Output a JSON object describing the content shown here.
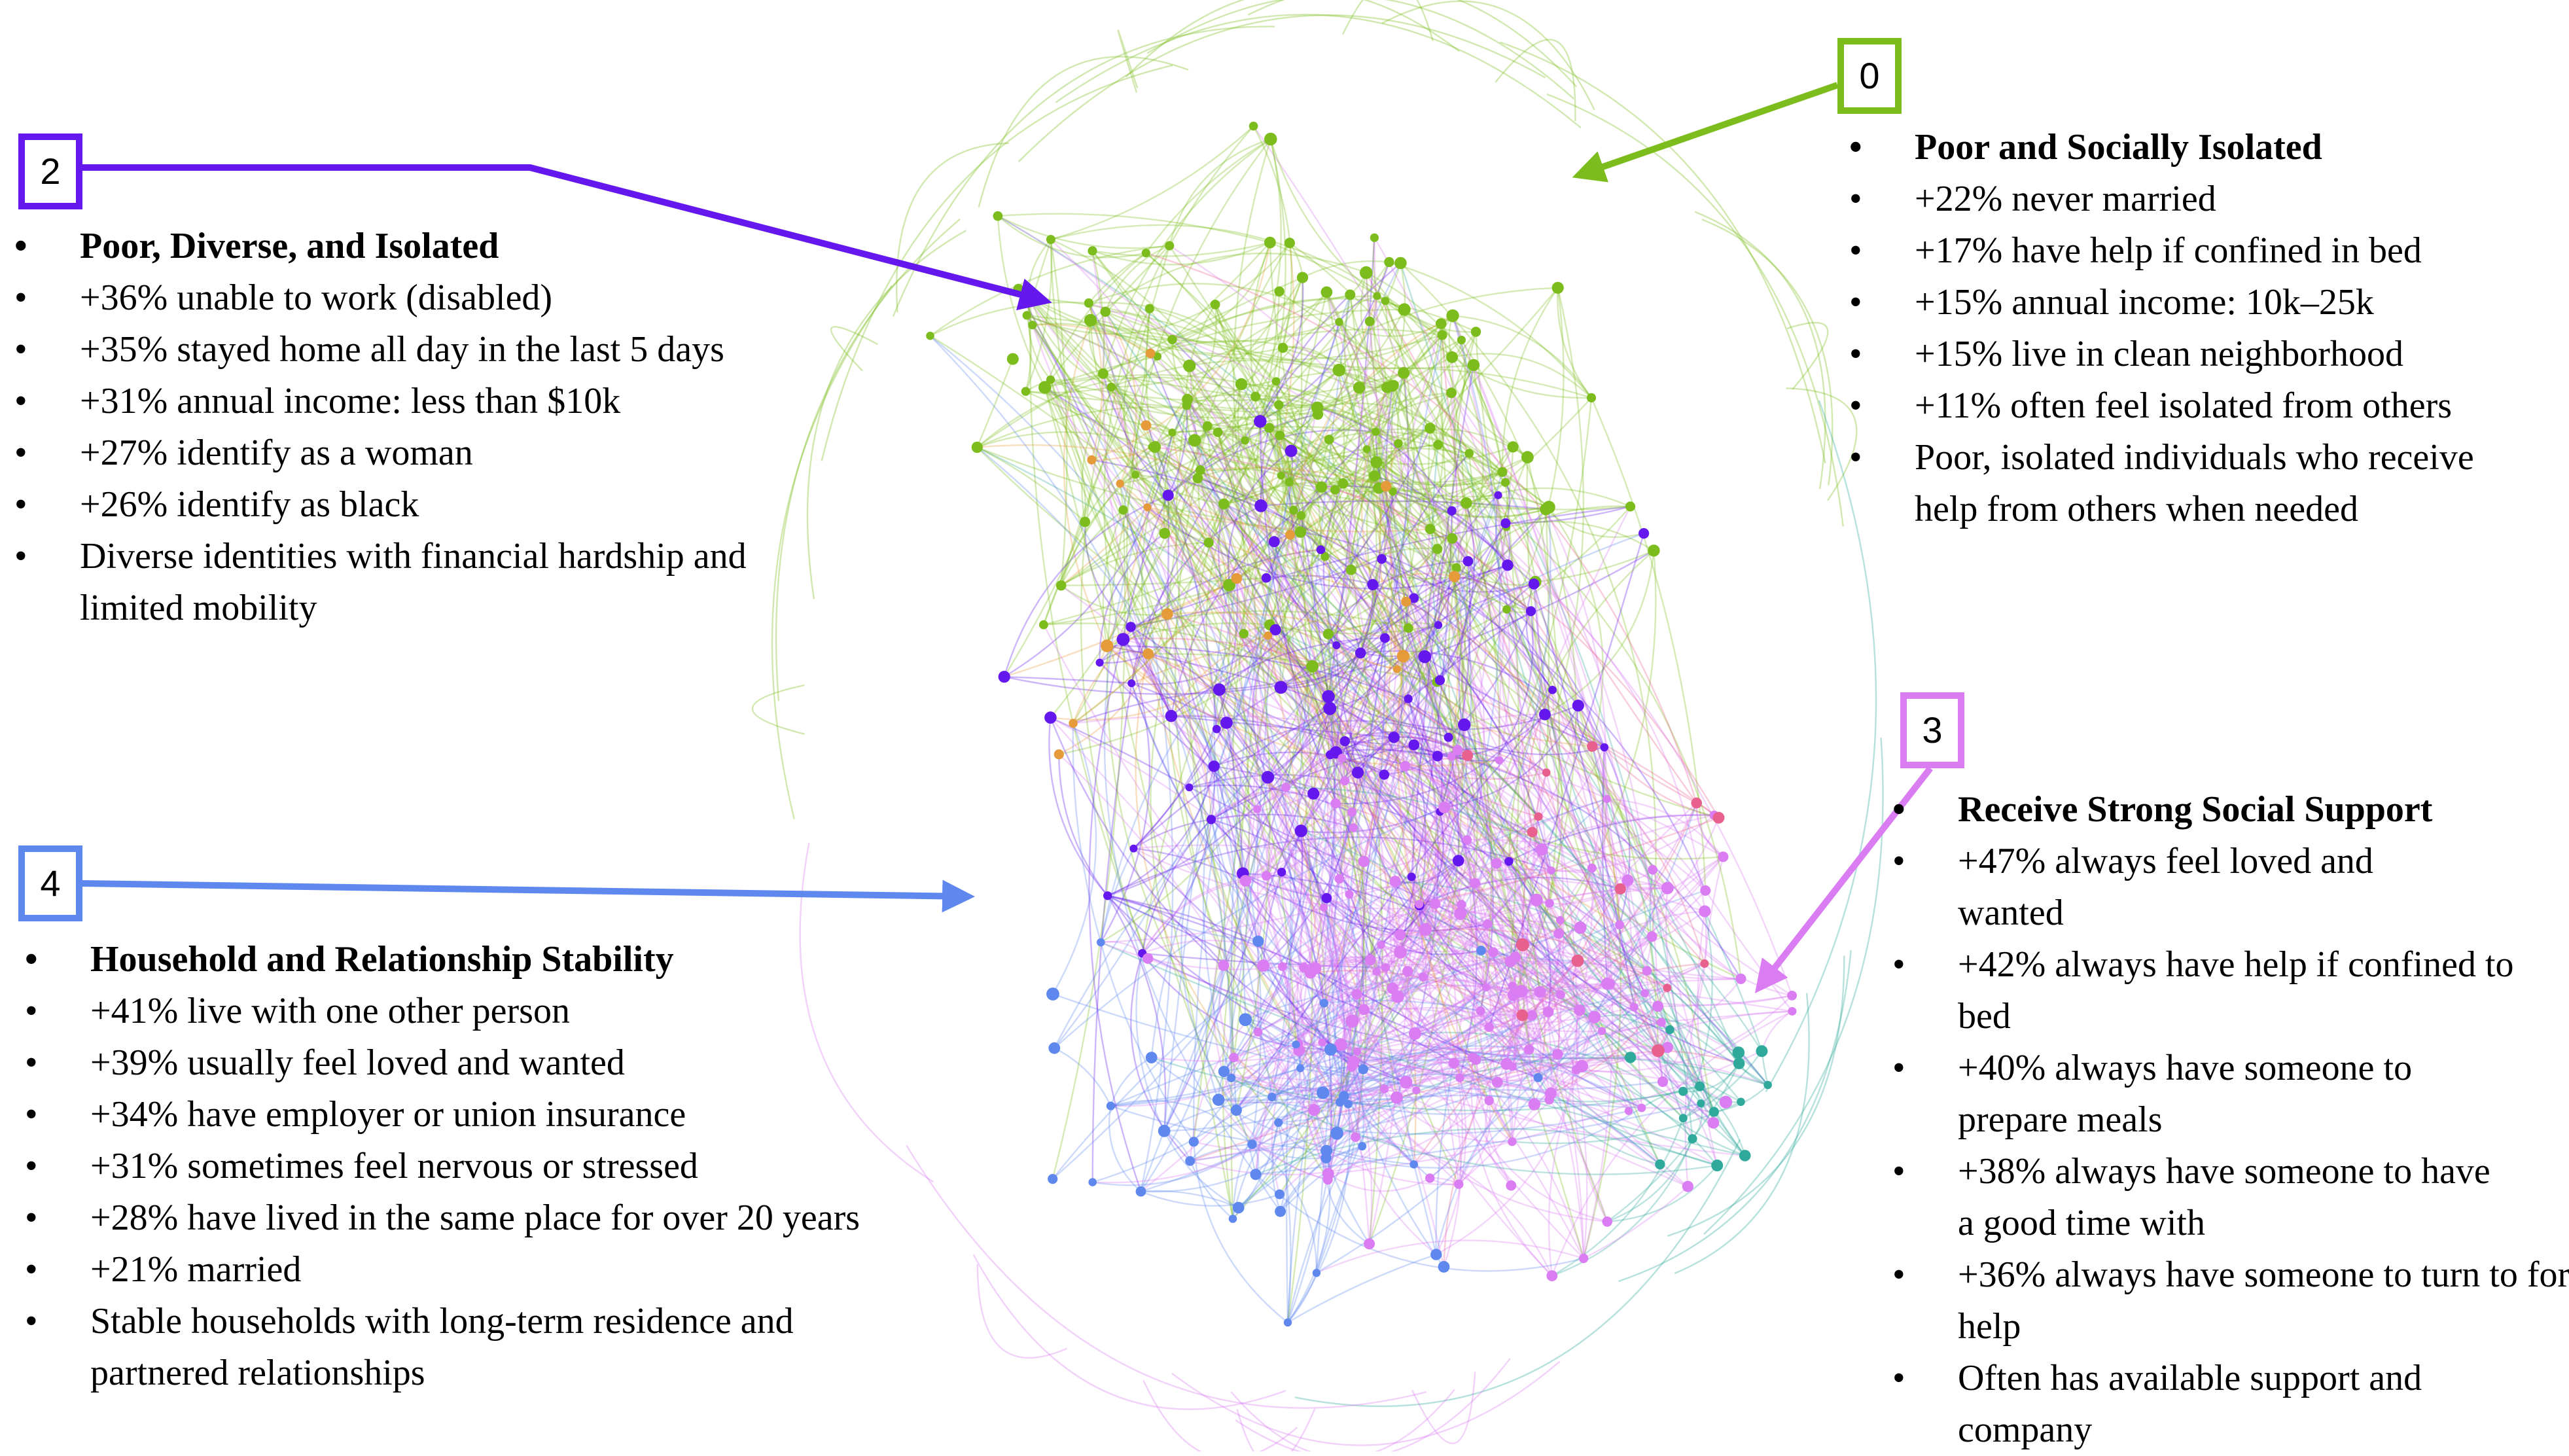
{
  "colors": {
    "cluster_0": "#7cbd1d",
    "cluster_2": "#6418ee",
    "cluster_3": "#da7cf2",
    "cluster_4": "#5f88ee",
    "edge_orange": "#e69b3a",
    "edge_teal": "#2fa99b",
    "edge_pink": "#e8608e"
  },
  "clusters": [
    {
      "id": "0",
      "title": "Poor and Socially Isolated",
      "items": [
        "+22% never married",
        "+17% have help if confined in bed",
        "+15% annual income: 10k–25k",
        "+15% live in clean neighborhood",
        "+11% often feel isolated from others",
        "Poor, isolated individuals who receive help from others when needed"
      ]
    },
    {
      "id": "2",
      "title": "Poor, Diverse, and Isolated",
      "items": [
        "+36% unable to work (disabled)",
        "+35% stayed home all day in the last 5 days",
        "+31% annual income: less than $10k",
        "+27% identify as a woman",
        "+26% identify as black",
        "Diverse identities with financial hardship and limited mobility"
      ]
    },
    {
      "id": "3",
      "title": "Receive Strong Social Support",
      "items": [
        "+47% always feel loved and wanted",
        "+42% always have help if confined to bed",
        "+40% always have someone to prepare meals",
        "+38% always have someone to have a good time with",
        "+36% always have someone to turn to for help",
        "Often has available support and company"
      ]
    },
    {
      "id": "4",
      "title": "Household and Relationship Stability",
      "items": [
        "+41% live with one other person",
        "+39% usually feel loved and wanted",
        "+34% have employer or union insurance",
        "+31% sometimes feel nervous or stressed",
        "+28% have lived in the same place for over 20 years",
        "+21% married",
        "Stable households with long-term residence and partnered relationships"
      ]
    }
  ]
}
